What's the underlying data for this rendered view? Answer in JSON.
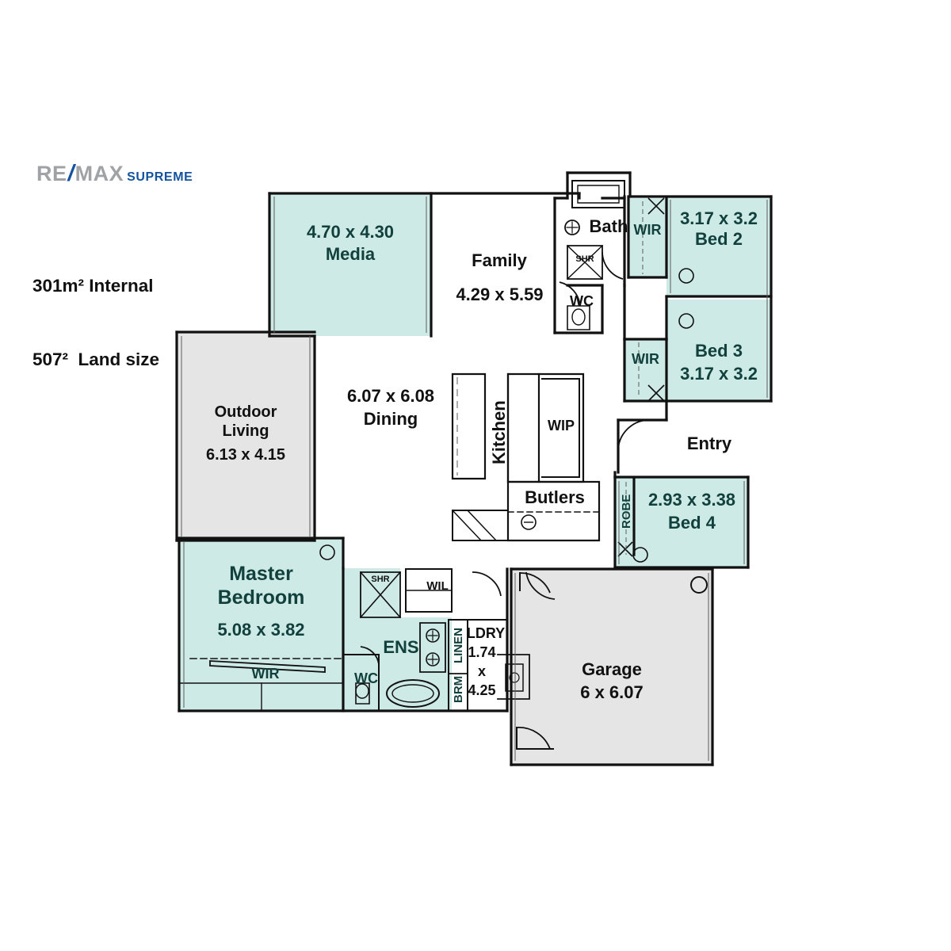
{
  "brand": {
    "logo_re": "RE",
    "logo_slash": "/",
    "logo_max": "MAX",
    "logo_supreme": "SUPREME"
  },
  "areas": {
    "internal": "301m² Internal",
    "land": "507²  Land size"
  },
  "colors": {
    "bedroom_fill": "#cdeae6",
    "service_fill": "#e5e5e5",
    "wall": "#111111",
    "label_dark": "#12403c",
    "label_black": "#111111",
    "brand_blue": "#13529e",
    "brand_grey": "#a0a3a6"
  },
  "rooms": [
    {
      "name": "media",
      "label": "Media",
      "dims": "4.70 x 4.30",
      "fill": "teal"
    },
    {
      "name": "family",
      "label": "Family",
      "dims": "4.29 x 5.59",
      "fill": "white"
    },
    {
      "name": "bath",
      "label": "Bath",
      "dims": "",
      "fill": "white"
    },
    {
      "name": "bed-2",
      "label": "Bed 2",
      "dims": "3.17 x 3.2",
      "fill": "teal"
    },
    {
      "name": "bed-3",
      "label": "Bed 3",
      "dims": "3.17 x 3.2",
      "fill": "teal"
    },
    {
      "name": "bed-4",
      "label": "Bed 4",
      "dims": "2.93 x 3.38",
      "fill": "teal"
    },
    {
      "name": "dining",
      "label": "Dining",
      "dims": "6.07 x 6.08",
      "fill": "white"
    },
    {
      "name": "kitchen",
      "label": "Kitchen",
      "dims": "",
      "fill": "white"
    },
    {
      "name": "wip",
      "label": "WIP",
      "dims": "",
      "fill": "white"
    },
    {
      "name": "butlers",
      "label": "Butlers",
      "dims": "",
      "fill": "white"
    },
    {
      "name": "entry",
      "label": "Entry",
      "dims": "",
      "fill": "white"
    },
    {
      "name": "outdoor-living",
      "label": "Outdoor\nLiving",
      "dims": "6.13 x 4.15",
      "fill": "gray"
    },
    {
      "name": "master-bedroom",
      "label": "Master\nBedroom",
      "dims": "5.08 x 3.82",
      "fill": "teal"
    },
    {
      "name": "ens",
      "label": "ENS",
      "dims": "",
      "fill": "teal"
    },
    {
      "name": "ldry",
      "label": "LDRY",
      "dims": "1.74\nx\n4.25",
      "fill": "white"
    },
    {
      "name": "garage",
      "label": "Garage",
      "dims": "6 x 6.07",
      "fill": "gray"
    }
  ],
  "labels": {
    "media_dims": "4.70 x 4.30",
    "media_name": "Media",
    "family_name": "Family",
    "family_dims": "4.29 x 5.59",
    "bath": "Bath",
    "shr_bath": "SHR",
    "wc_bath": "WC",
    "wir_bed2": "WIR",
    "wir_bed3": "WIR",
    "bed2_dims": "3.17 x 3.2",
    "bed2_name": "Bed 2",
    "bed3_name": "Bed 3",
    "bed3_dims": "3.17 x 3.2",
    "dining_dims": "6.07 x 6.08",
    "dining_name": "Dining",
    "kitchen": "Kitchen",
    "wip": "WIP",
    "butlers": "Butlers",
    "entry": "Entry",
    "robe_bed4": "ROBE",
    "bed4_dims": "2.93 x 3.38",
    "bed4_name": "Bed 4",
    "outdoor_name": "Outdoor\nLiving",
    "outdoor_dims": "6.13 x 4.15",
    "master_name": "Master\nBedroom",
    "master_dims": "5.08 x 3.82",
    "wir_master": "WIR",
    "shr_ens": "SHR",
    "wil": "WIL",
    "ens": "ENS",
    "wc_ens": "WC",
    "linen": "LINEN",
    "brm": "BRM",
    "ldry": "LDRY",
    "ldry_w": "1.74",
    "ldry_x": "x",
    "ldry_h": "4.25",
    "garage_name": "Garage",
    "garage_dims": "6 x 6.07"
  }
}
